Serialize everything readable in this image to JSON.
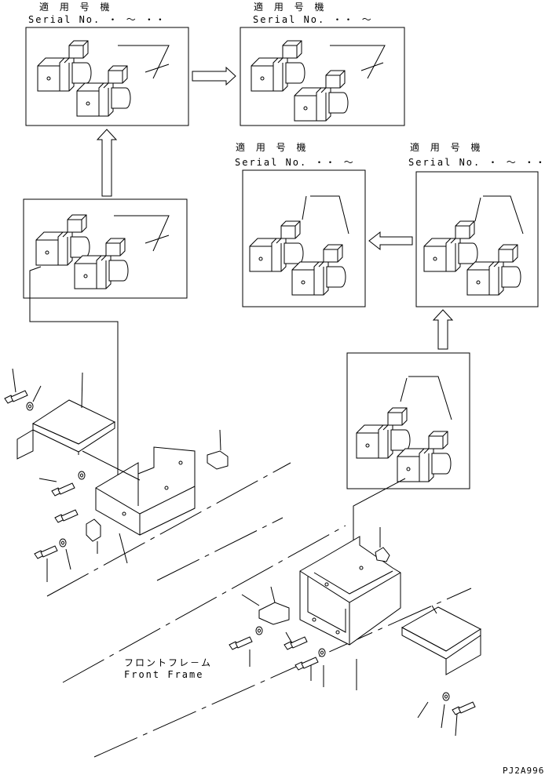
{
  "labels": {
    "tl": {
      "jp": "適 用 号 機",
      "serial": "Serial No.  ・ 〜 ・・"
    },
    "tr": {
      "jp": "適 用 号 機",
      "serial": "Serial No.  ・・ 〜"
    },
    "ml": {
      "jp": "適 用 号 機",
      "serial": "Serial No.  ・・ 〜"
    },
    "mr": {
      "jp": "適 用 号 機",
      "serial": "Serial No.  ・  〜  ・・"
    }
  },
  "front_frame": {
    "jp": "フロントフレ－ム",
    "en": "Front Frame"
  },
  "drawing_code": "PJ2A996",
  "icons": {
    "valve": "solenoid-valve-icon",
    "arrow": "hollow-arrow-icon",
    "bolt": "bolt-icon",
    "washer": "washer-icon"
  }
}
